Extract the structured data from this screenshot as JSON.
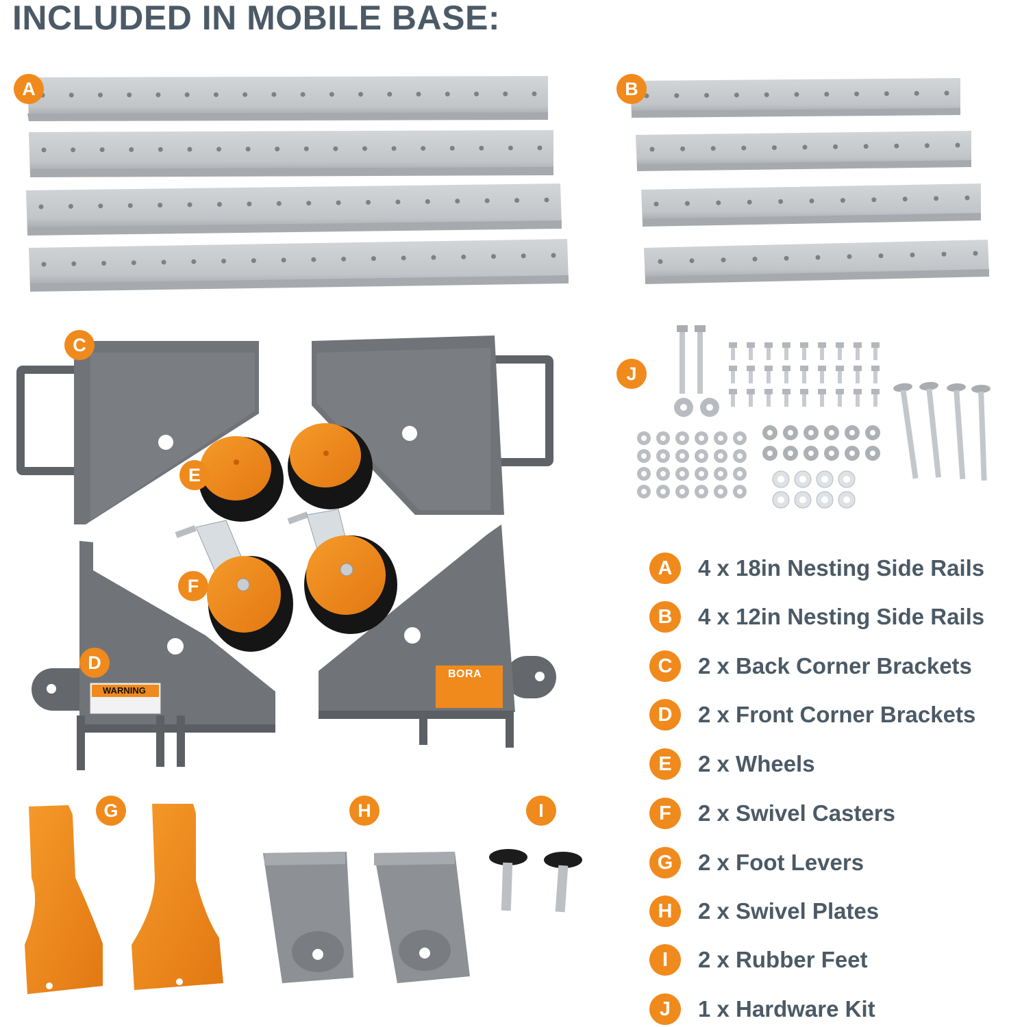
{
  "title": "INCLUDED IN MOBILE BASE:",
  "colors": {
    "accent": "#f08a1c",
    "rail": "#c5c8cb",
    "bracket": "#6d7075",
    "text": "#4b5a66"
  },
  "bracket_labels": {
    "warning": "WARNING",
    "brand": "BORA"
  },
  "callouts": [
    "A",
    "B",
    "C",
    "D",
    "E",
    "F",
    "G",
    "H",
    "I",
    "J"
  ],
  "legend": [
    {
      "letter": "A",
      "text": "4 x 18in Nesting Side Rails"
    },
    {
      "letter": "B",
      "text": "4 x 12in Nesting Side Rails"
    },
    {
      "letter": "C",
      "text": "2 x Back Corner Brackets"
    },
    {
      "letter": "D",
      "text": "2 x Front Corner Brackets"
    },
    {
      "letter": "E",
      "text": "2 x Wheels"
    },
    {
      "letter": "F",
      "text": "2 x Swivel Casters"
    },
    {
      "letter": "G",
      "text": "2 x Foot Levers"
    },
    {
      "letter": "H",
      "text": "2 x Swivel Plates"
    },
    {
      "letter": "I",
      "text": "2 x Rubber Feet"
    },
    {
      "letter": "J",
      "text": "1 x Hardware Kit"
    }
  ]
}
